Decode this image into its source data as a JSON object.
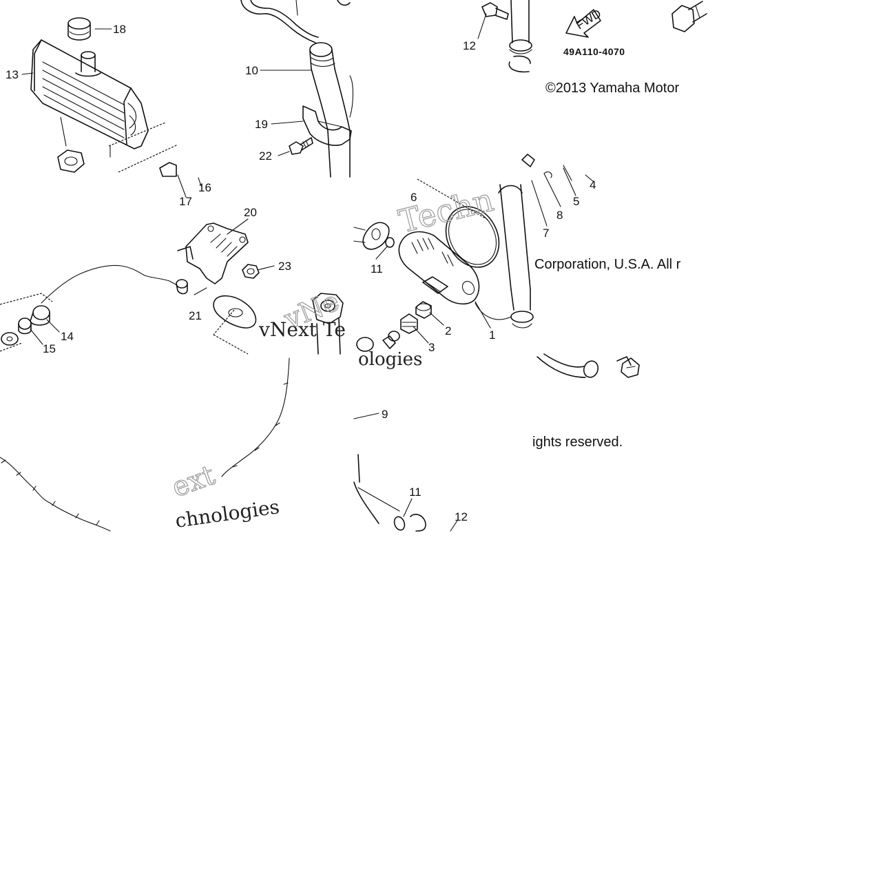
{
  "diagram": {
    "part_code": "49A110-4070",
    "fwd_label": "FWD",
    "copyright": {
      "line1": "©2013 Yamaha Motor",
      "line2": "Corporation, U.S.A. All r",
      "line3": "ights reserved."
    },
    "watermarks": {
      "w1": "Techn",
      "w2": "vNext Te",
      "w3": "ologies",
      "w4": "ext",
      "w5": "chnologies",
      "w6": "vNe"
    },
    "callouts": {
      "c1": "1",
      "c2": "2",
      "c3": "3",
      "c4": "4",
      "c5": "5",
      "c6": "6",
      "c7": "7",
      "c8": "8",
      "c9": "9",
      "c10": "10",
      "c11a": "11",
      "c11b": "11",
      "c12a": "12",
      "c12b": "12",
      "c13": "13",
      "c14": "14",
      "c15": "15",
      "c16": "16",
      "c17": "17",
      "c18": "18",
      "c19": "19",
      "c20": "20",
      "c21": "21",
      "c22": "22",
      "c23": "23"
    }
  }
}
